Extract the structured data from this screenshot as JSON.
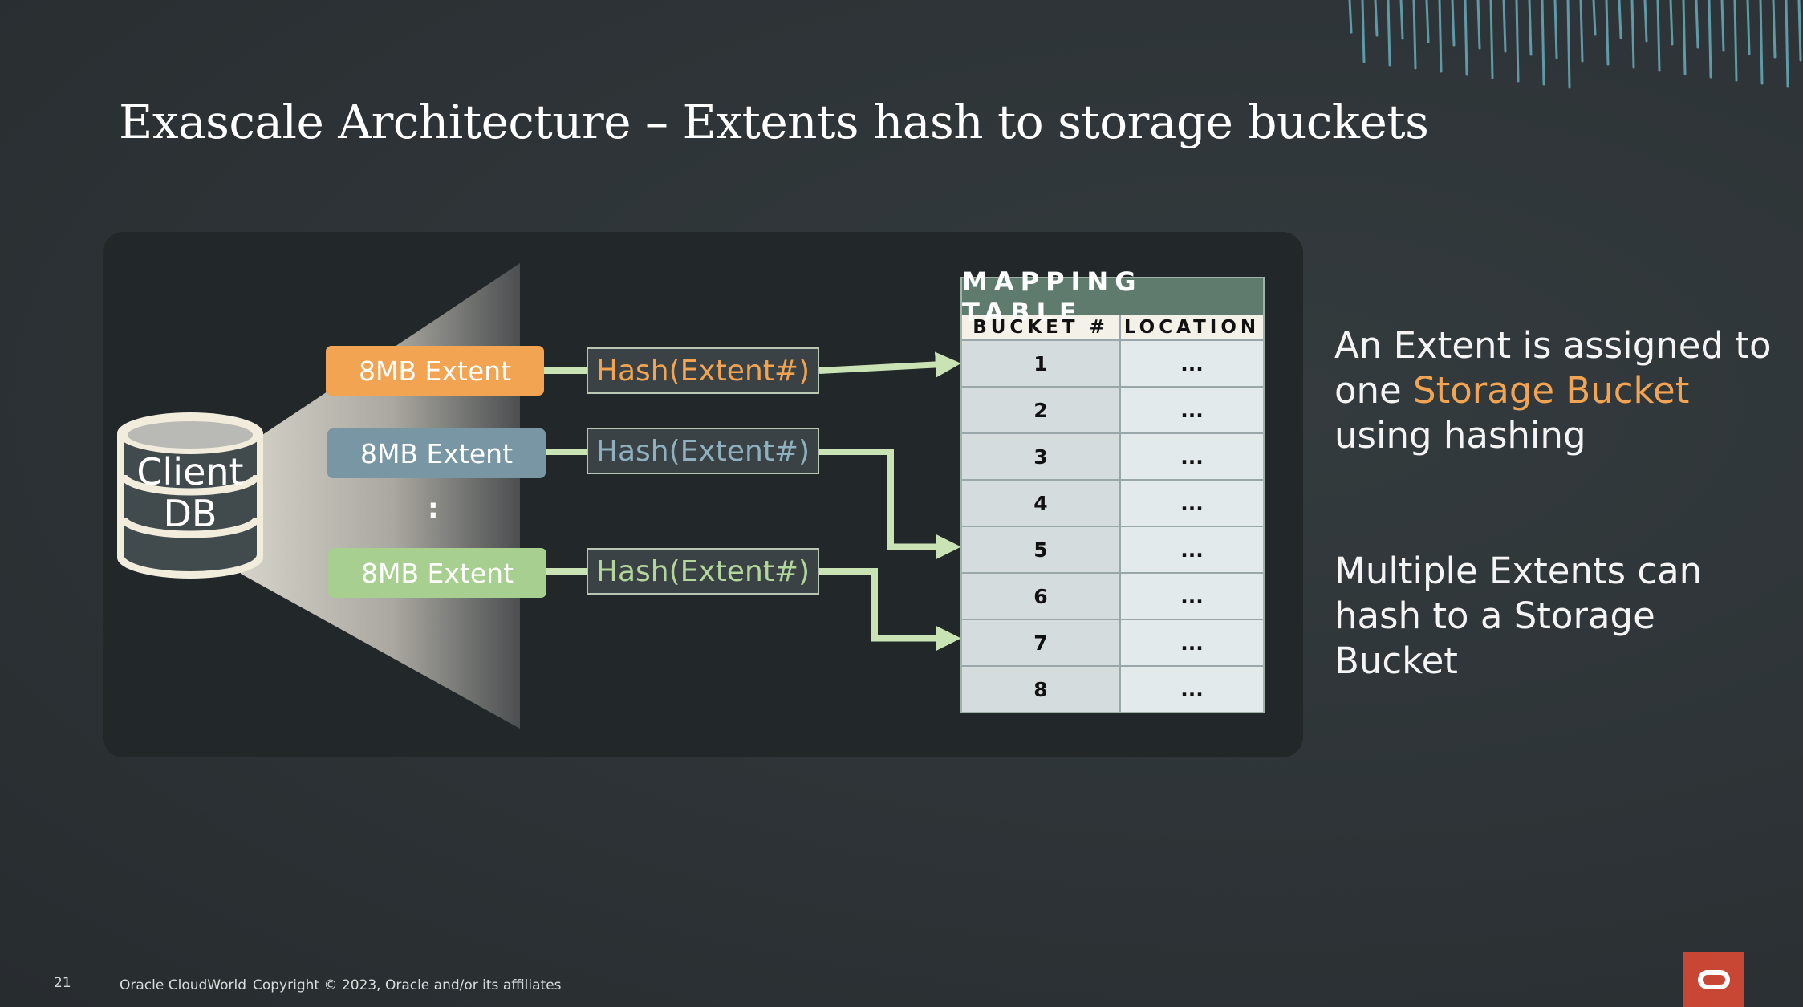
{
  "slide": {
    "title": "Exascale Architecture – Extents hash to storage buckets",
    "page_number": "21",
    "footer_brand": "Oracle CloudWorld",
    "copyright": "Copyright © 2023, Oracle and/or its affiliates"
  },
  "diagram": {
    "database": {
      "line1": "Client",
      "line2": "DB"
    },
    "extents": [
      {
        "label": "8MB Extent",
        "hash": "Hash(Extent#)",
        "color": "#f2a452",
        "hash_color": "#f2a452",
        "target_bucket": 1
      },
      {
        "label": "8MB Extent",
        "hash": "Hash(Extent#)",
        "color": "#7896a3",
        "hash_color": "#8fb0be",
        "target_bucket": 5
      },
      {
        "label": "8MB Extent",
        "hash": "Hash(Extent#)",
        "color": "#a7cf8f",
        "hash_color": "#b2d69b",
        "target_bucket": 7
      }
    ],
    "ellipsis": ":",
    "connector_color": "#c9e3b5"
  },
  "mapping_table": {
    "title": "MAPPING TABLE",
    "columns": [
      "BUCKET #",
      "LOCATION"
    ],
    "rows": [
      [
        "1",
        "..."
      ],
      [
        "2",
        "..."
      ],
      [
        "3",
        "..."
      ],
      [
        "4",
        "..."
      ],
      [
        "5",
        "..."
      ],
      [
        "6",
        "..."
      ],
      [
        "7",
        "..."
      ],
      [
        "8",
        "..."
      ]
    ]
  },
  "notes": {
    "note1": {
      "part1": "An Extent is assigned to one ",
      "highlight": "Storage Bucket",
      "part2": " using hashing"
    },
    "note2": "Multiple Extents can hash to a Storage Bucket",
    "highlight_color": "#f2a452"
  }
}
